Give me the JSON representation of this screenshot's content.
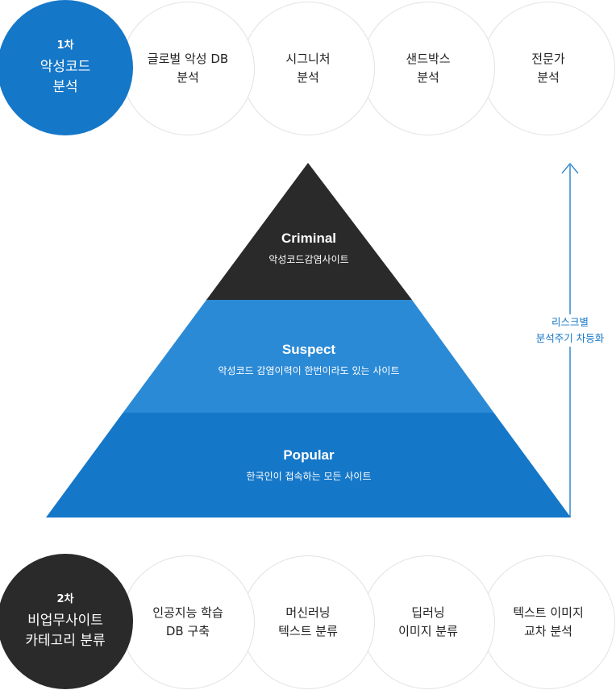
{
  "top_row": {
    "lead": {
      "step": "1차",
      "title": "악성코드\n분석"
    },
    "items": [
      {
        "label": "글로벌 악성 DB\n분석"
      },
      {
        "label": "시그니처\n분석"
      },
      {
        "label": "샌드박스\n분석"
      },
      {
        "label": "전문가\n분석"
      }
    ]
  },
  "pyramid": {
    "levels": [
      {
        "title": "Criminal",
        "description": "악성코드감염사이트"
      },
      {
        "title": "Suspect",
        "description": "악성코드 감염이력이 한번이라도 있는 사이트"
      },
      {
        "title": "Popular",
        "description": "한국인이 접속하는 모든 사이트"
      }
    ],
    "arrow_label": "리스크별\n분석주기 차등화"
  },
  "bottom_row": {
    "lead": {
      "step": "2차",
      "title": "비업무사이트\n카테고리 분류"
    },
    "items": [
      {
        "label": "인공지능 학습\nDB 구축"
      },
      {
        "label": "머신러닝\n텍스트 분류"
      },
      {
        "label": "딥러닝\n이미지 분류"
      },
      {
        "label": "텍스트 이미지\n교차 분석"
      }
    ]
  },
  "colors": {
    "blue": "#1577c8",
    "mid_blue": "#2b8ad6",
    "dark": "#2a2a2a",
    "circle_border": "#e2e2e2"
  }
}
